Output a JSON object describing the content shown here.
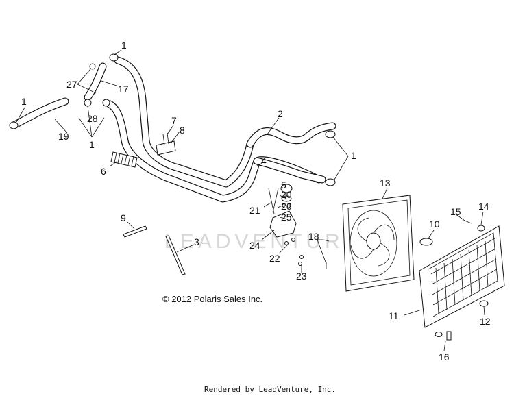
{
  "callouts": {
    "c1a": "1",
    "c1b": "1",
    "c1c": "1",
    "c1d": "1",
    "c2": "2",
    "c3": "3",
    "c4": "4",
    "c5": "5",
    "c6": "6",
    "c7": "7",
    "c8": "8",
    "c9": "9",
    "c10": "10",
    "c11": "11",
    "c12": "12",
    "c13": "13",
    "c14": "14",
    "c15": "15",
    "c16": "16",
    "c17": "17",
    "c18": "18",
    "c19": "19",
    "c20": "20",
    "c21": "21",
    "c22": "22",
    "c23": "23",
    "c24": "24",
    "c25": "25",
    "c26": "26",
    "c27": "27",
    "c28": "28"
  },
  "copyright": "© 2012 Polaris Sales Inc.",
  "watermark": "LEADVENTURE",
  "footer": "Rendered by LeadVenture, Inc."
}
